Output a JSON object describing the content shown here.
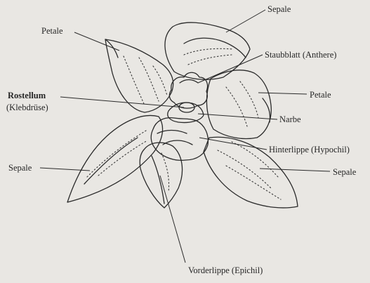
{
  "labels": {
    "sepale_top": "Sepale",
    "petale_left": "Petale",
    "staubblatt": "Staubblatt (Anthere)",
    "rostellum": "Rostellum",
    "klebdruese": "(Klebdrüse)",
    "petale_right": "Petale",
    "narbe": "Narbe",
    "hinterlippe": "Hinterlippe (Hypochil)",
    "sepale_left": "Sepale",
    "sepale_right": "Sepale",
    "vorderlippe": "Vorderlippe (Epichil)"
  }
}
